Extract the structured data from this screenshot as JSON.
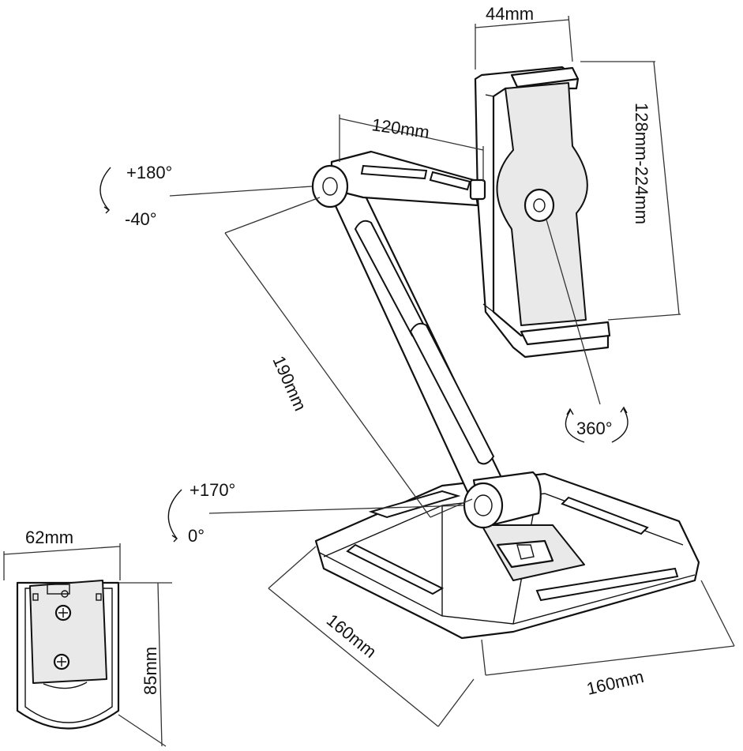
{
  "dimensions": {
    "clamp_width": "44mm",
    "arm_length": "120mm",
    "clamp_range": "128mm-224mm",
    "pole_length": "190mm",
    "base_depth": "160mm",
    "base_width": "160mm",
    "plate_width": "62mm",
    "plate_height": "85mm"
  },
  "rotations": {
    "upper_joint_max": "+180°",
    "upper_joint_min": "-40°",
    "lower_joint_max": "+170°",
    "lower_joint_min": "0°",
    "holder_rotation": "360°"
  },
  "colors": {
    "outline": "#111111",
    "dimension_line": "#333333",
    "background": "#ffffff"
  }
}
